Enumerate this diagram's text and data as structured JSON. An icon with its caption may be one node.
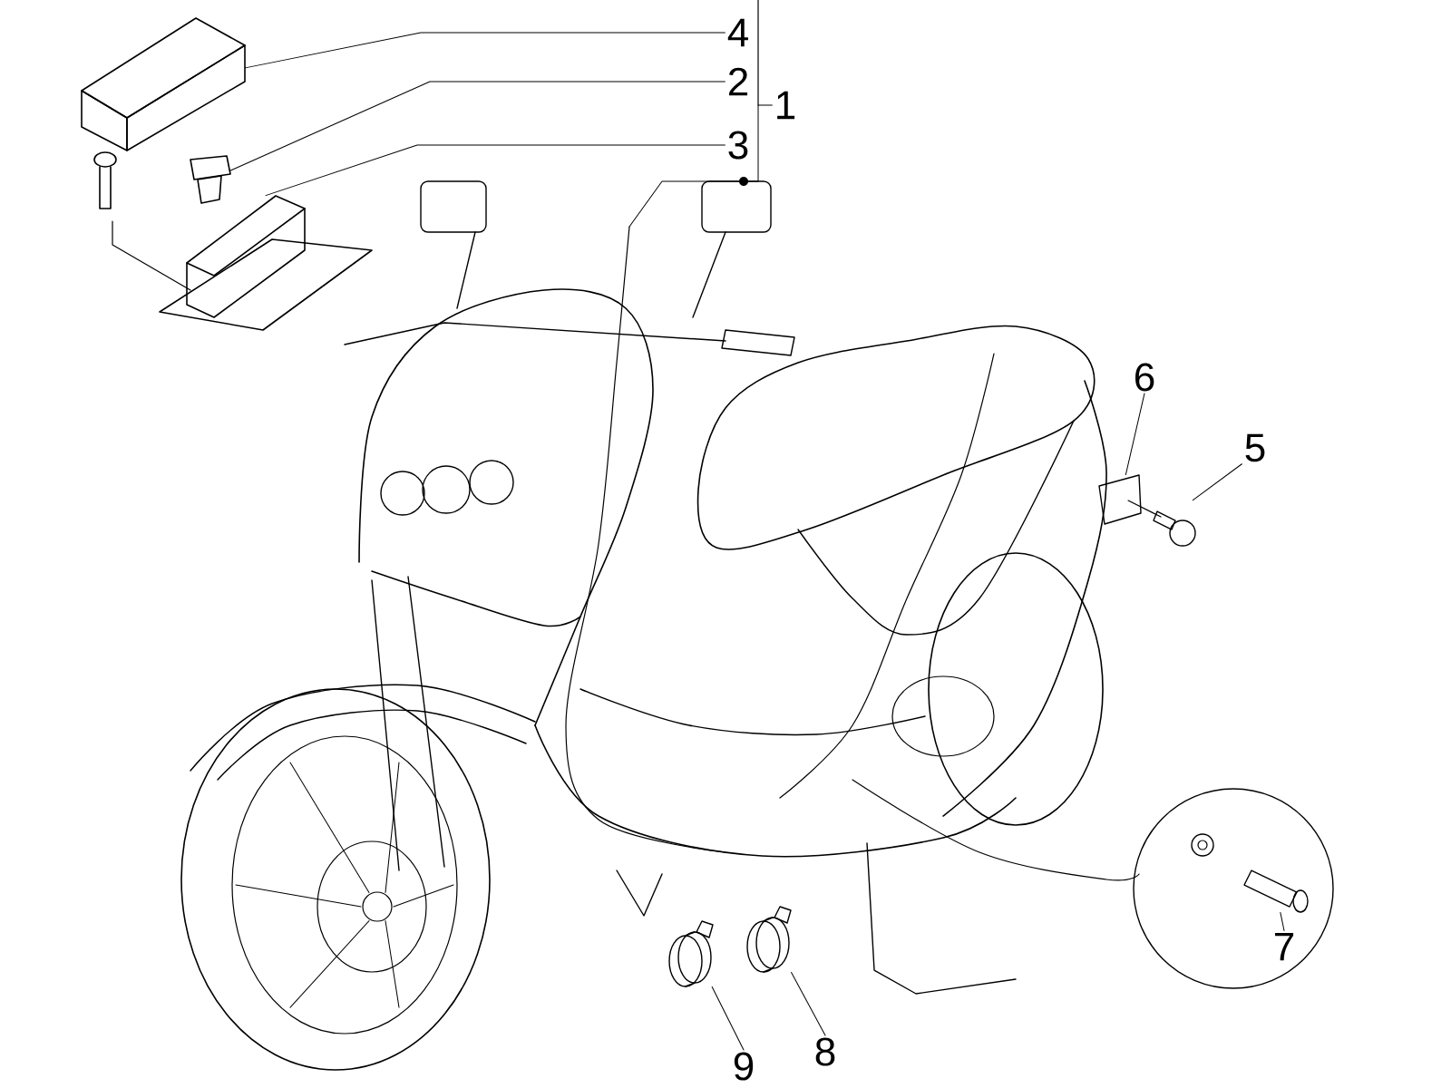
{
  "diagram": {
    "nodes": [
      {
        "text": [
          "4"
        ]
      },
      {
        "text": [
          "2"
        ]
      },
      {
        "text": [
          "1"
        ]
      },
      {
        "text": [
          "3"
        ]
      },
      {
        "text": [
          "6"
        ]
      },
      {
        "text": [
          "5"
        ]
      },
      {
        "text": [
          "7"
        ]
      },
      {
        "text": [
          "9"
        ]
      },
      {
        "text": [
          "8"
        ]
      },
      {
        "text": [],
        "shape": "picture"
      },
      {
        "text": [],
        "shape": "picture"
      },
      {
        "text": [],
        "shape": "picture"
      },
      {
        "text": [],
        "shape": "picture"
      },
      {
        "text": [],
        "shape": "picture"
      },
      {
        "text": [],
        "shape": "picture"
      },
      {
        "text": [],
        "shape": "picture"
      },
      {
        "text": [],
        "shape": "picture"
      }
    ],
    "edges": [
      {
        "from": 0,
        "to": 9,
        "arrow": "none"
      },
      {
        "from": 1,
        "to": 10,
        "arrow": "none"
      },
      {
        "from": 2,
        "to": null,
        "arrow": "none"
      },
      {
        "from": 3,
        "to": 11,
        "arrow": "none"
      },
      {
        "from": 4,
        "to": 12,
        "arrow": "none"
      },
      {
        "from": 5,
        "to": 13,
        "arrow": "none"
      },
      {
        "from": 6,
        "to": 14,
        "arrow": "none"
      },
      {
        "from": 7,
        "to": 15,
        "arrow": "none"
      },
      {
        "from": 8,
        "to": 16,
        "arrow": "none"
      }
    ]
  }
}
